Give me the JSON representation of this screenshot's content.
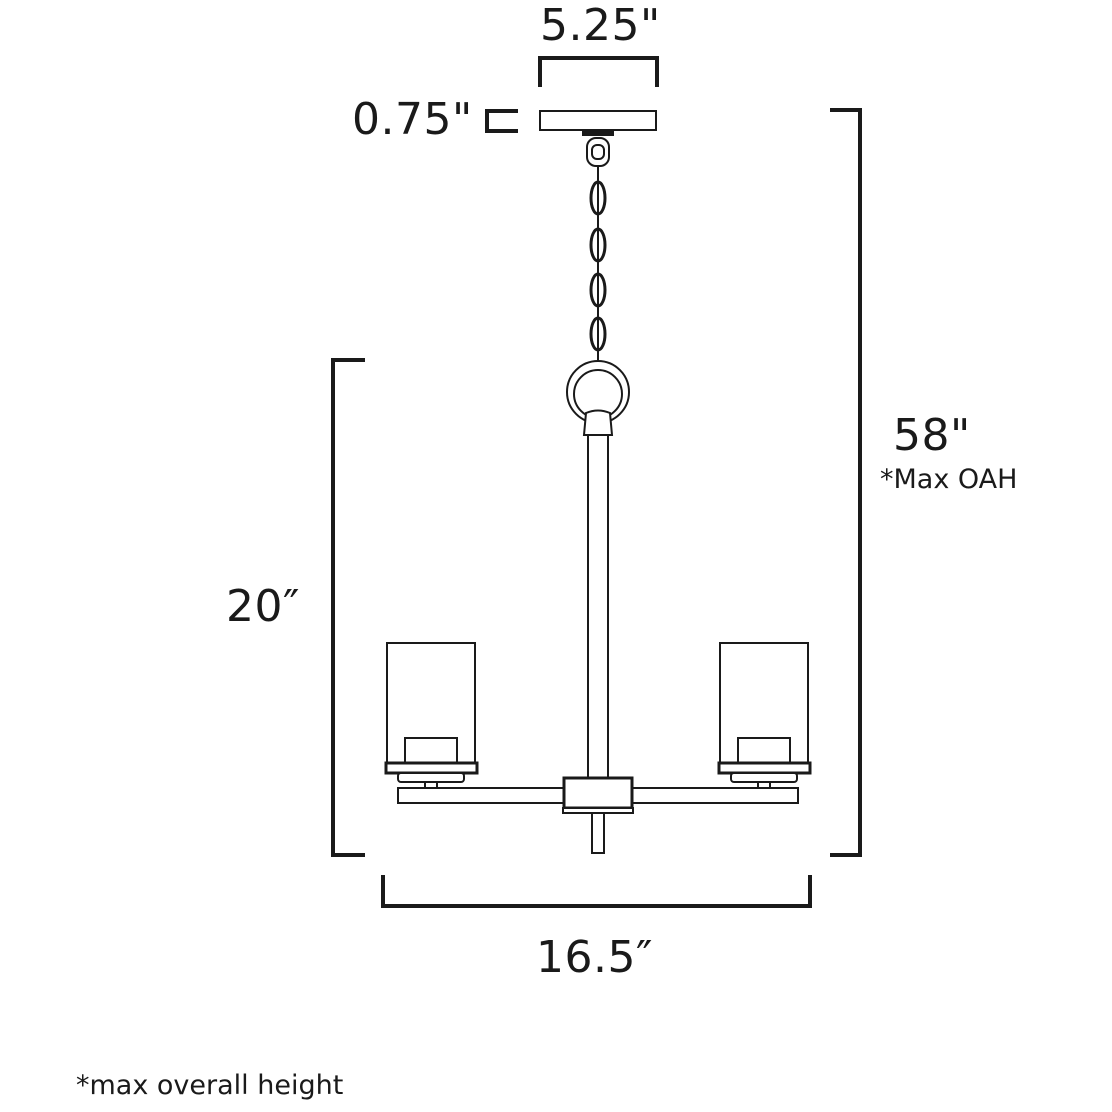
{
  "diagram": {
    "title": "Chandelier dimension drawing",
    "colors": {
      "line": "#1a1a1a",
      "background": "#ffffff"
    },
    "dimensions": {
      "canopy_width": "5.25\"",
      "canopy_height": "0.75\"",
      "overall_height": "58\"",
      "overall_height_note": "*Max OAH",
      "fixture_height": "20″",
      "fixture_width": "16.5″"
    },
    "components": [
      "canopy",
      "chain",
      "loop",
      "stem",
      "arm",
      "left-shade",
      "right-shade",
      "center-hub",
      "finial"
    ],
    "footnote": "*max overall height"
  }
}
